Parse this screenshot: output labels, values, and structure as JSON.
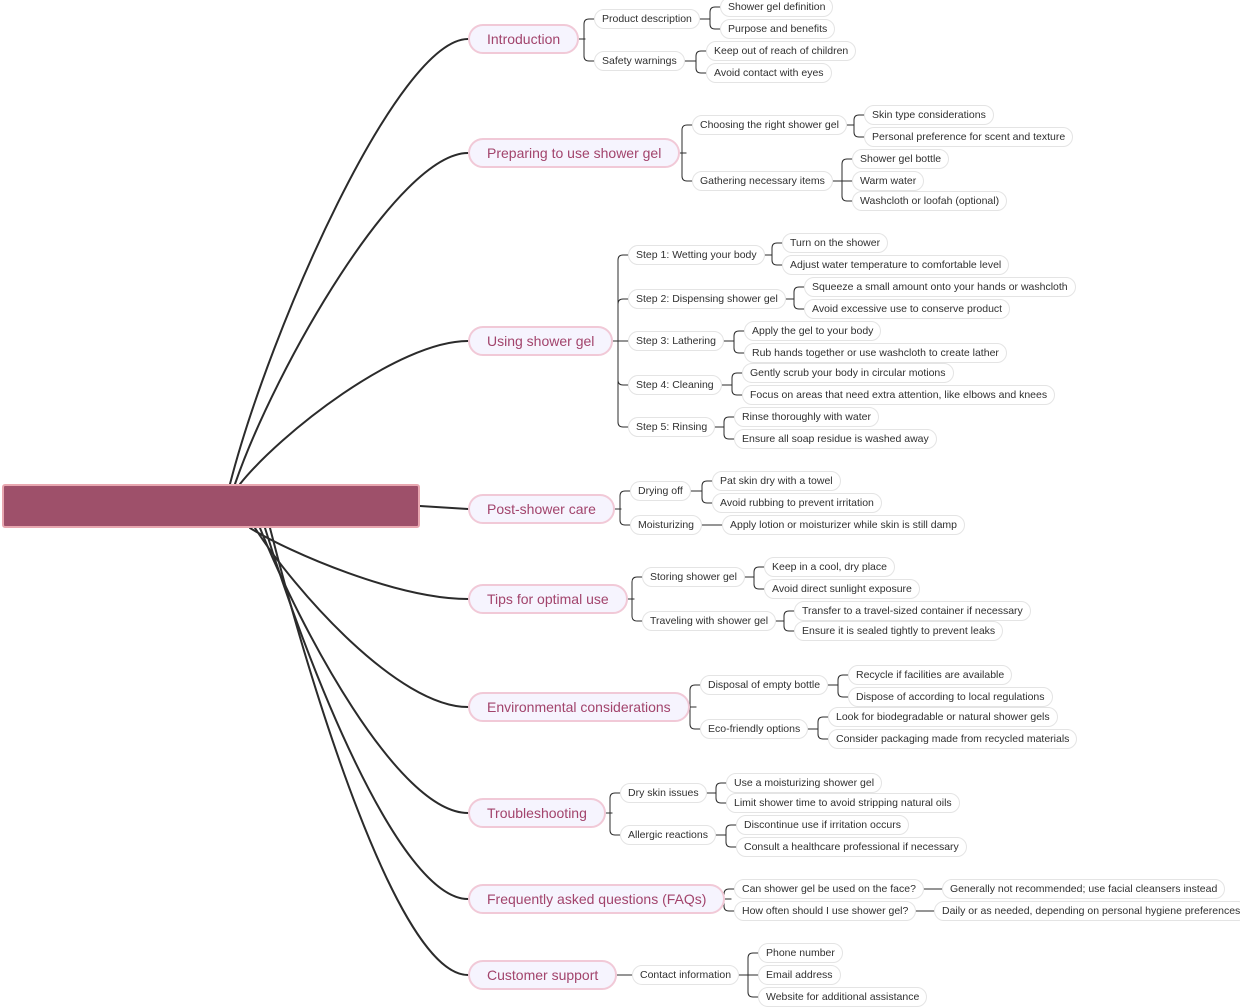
{
  "root": {
    "label": ""
  },
  "branches": [
    {
      "label": "Introduction",
      "children": [
        {
          "label": "Product description",
          "children": [
            "Shower gel definition",
            "Purpose and benefits"
          ]
        },
        {
          "label": "Safety warnings",
          "children": [
            "Keep out of reach of children",
            "Avoid contact with eyes"
          ]
        }
      ]
    },
    {
      "label": "Preparing to use shower gel",
      "children": [
        {
          "label": "Choosing the right shower gel",
          "children": [
            "Skin type considerations",
            "Personal preference for scent and texture"
          ]
        },
        {
          "label": "Gathering necessary items",
          "children": [
            "Shower gel bottle",
            "Warm water",
            "Washcloth or loofah (optional)"
          ]
        }
      ]
    },
    {
      "label": "Using shower gel",
      "children": [
        {
          "label": "Step 1: Wetting your body",
          "children": [
            "Turn on the shower",
            "Adjust water temperature to comfortable level"
          ]
        },
        {
          "label": "Step 2: Dispensing shower gel",
          "children": [
            "Squeeze a small amount onto your hands or washcloth",
            "Avoid excessive use to conserve product"
          ]
        },
        {
          "label": "Step 3: Lathering",
          "children": [
            "Apply the gel to your body",
            "Rub hands together or use washcloth to create lather"
          ]
        },
        {
          "label": "Step 4: Cleaning",
          "children": [
            "Gently scrub your body in circular motions",
            "Focus on areas that need extra attention, like elbows and knees"
          ]
        },
        {
          "label": "Step 5: Rinsing",
          "children": [
            "Rinse thoroughly with water",
            "Ensure all soap residue is washed away"
          ]
        }
      ]
    },
    {
      "label": "Post-shower care",
      "children": [
        {
          "label": "Drying off",
          "children": [
            "Pat skin dry with a towel",
            "Avoid rubbing to prevent irritation"
          ]
        },
        {
          "label": "Moisturizing",
          "children": [
            "Apply lotion or moisturizer while skin is still damp"
          ]
        }
      ]
    },
    {
      "label": "Tips for optimal use",
      "children": [
        {
          "label": "Storing shower gel",
          "children": [
            "Keep in a cool, dry place",
            "Avoid direct sunlight exposure"
          ]
        },
        {
          "label": "Traveling with shower gel",
          "children": [
            "Transfer to a travel-sized container if necessary",
            "Ensure it is sealed tightly to prevent leaks"
          ]
        }
      ]
    },
    {
      "label": "Environmental considerations",
      "children": [
        {
          "label": "Disposal of empty bottle",
          "children": [
            "Recycle if facilities are available",
            "Dispose of according to local regulations"
          ]
        },
        {
          "label": "Eco-friendly options",
          "children": [
            "Look for biodegradable or natural shower gels",
            "Consider packaging made from recycled materials"
          ]
        }
      ]
    },
    {
      "label": "Troubleshooting",
      "children": [
        {
          "label": "Dry skin issues",
          "children": [
            "Use a moisturizing shower gel",
            "Limit shower time to avoid stripping natural oils"
          ]
        },
        {
          "label": "Allergic reactions",
          "children": [
            "Discontinue use if irritation occurs",
            "Consult a healthcare professional if necessary"
          ]
        }
      ]
    },
    {
      "label": "Frequently asked questions (FAQs)",
      "children": [
        {
          "label": "Can shower gel be used on the face?",
          "children": [
            "Generally not recommended; use facial cleansers instead"
          ]
        },
        {
          "label": "How often should I use shower gel?",
          "children": [
            "Daily or as needed, depending on personal hygiene preferences"
          ]
        }
      ]
    },
    {
      "label": "Customer support",
      "children": [
        {
          "label": "Contact information",
          "children": [
            "Phone number",
            "Email address",
            "Website for additional assistance"
          ]
        }
      ]
    }
  ],
  "colors": {
    "root_fill": "#9e506a",
    "root_border": "#e8a7b0",
    "branch_text": "#a2446c",
    "branch_border": "#f1c9d7",
    "branch_fill": "#f6f4fe",
    "connector": "#2b2b2b"
  }
}
